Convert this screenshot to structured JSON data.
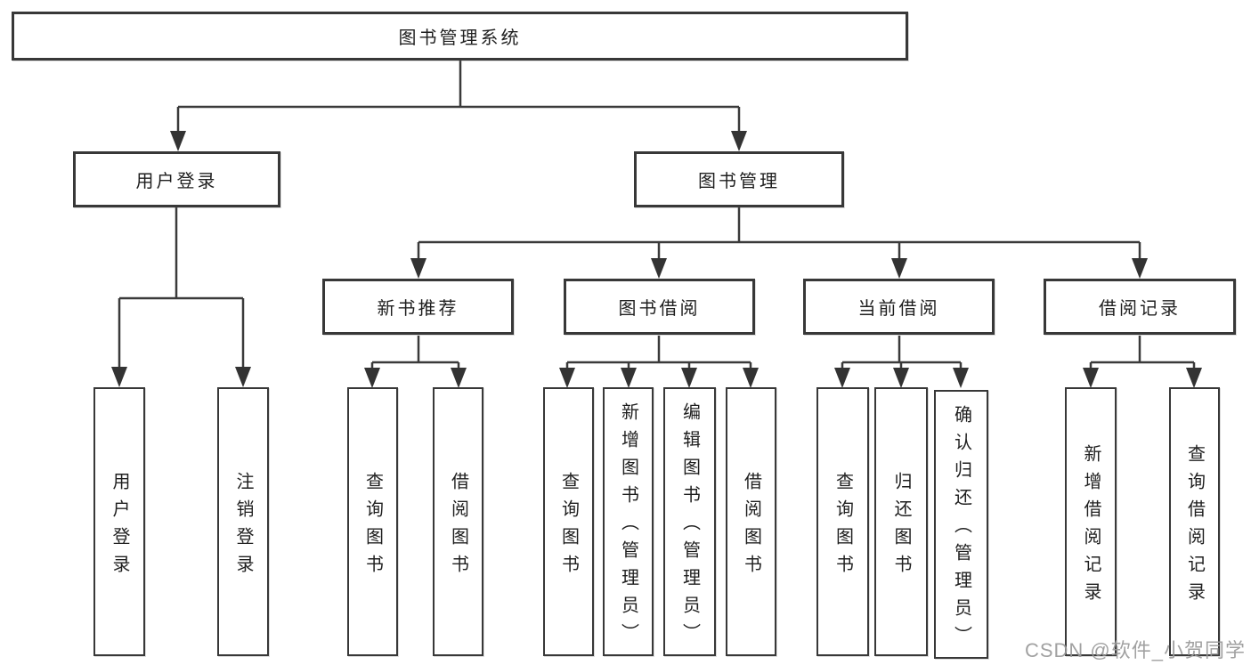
{
  "nodes": {
    "root": "图书管理系统",
    "level2": [
      "用户登录",
      "图书管理"
    ],
    "level3": [
      "新书推荐",
      "图书借阅",
      "当前借阅",
      "借阅记录"
    ],
    "leaves": [
      "用户登录",
      "注销登录",
      "查询图书",
      "借阅图书",
      "查询图书",
      "新增图书（管理员）",
      "编辑图书（管理员）",
      "借阅图书",
      "查询图书",
      "归还图书",
      "确认归还（管理员）",
      "新增借阅记录",
      "查询借阅记录"
    ]
  },
  "watermark": "CSDN @软件_小贺同学",
  "colors": {
    "line": "#3a3a3a",
    "box_border": "#383838",
    "text": "#1f1f1f",
    "watermark": "#9a9a9a",
    "background": "#ffffff"
  }
}
